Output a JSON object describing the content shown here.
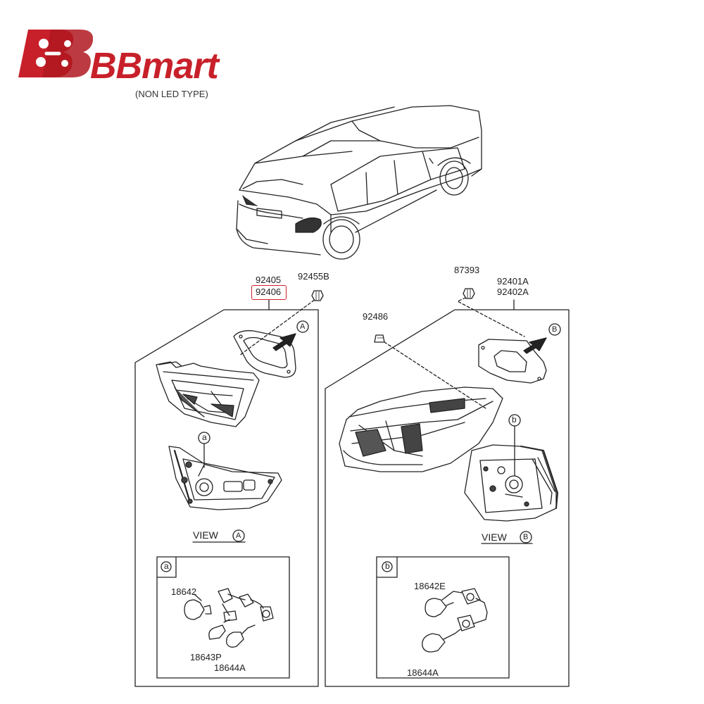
{
  "brand": {
    "name": "BBmart",
    "accent_color": "#c8202a"
  },
  "subtitle": "(NON LED TYPE)",
  "parts": {
    "p92405": "92405",
    "p92406": "92406",
    "p92455B": "92455B",
    "p87393": "87393",
    "p92401A": "92401A",
    "p92402A": "92402A",
    "p92486": "92486",
    "p18642": "18642",
    "p18643P": "18643P",
    "p18644A_a": "18644A",
    "p18642E": "18642E",
    "p18644A_b": "18644A"
  },
  "views": {
    "view_a_text": "VIEW",
    "view_a_letter": "A",
    "view_b_text": "VIEW",
    "view_b_letter": "B"
  },
  "callouts": {
    "arrow_a": "A",
    "arrow_b": "B",
    "detail_a": "a",
    "detail_b": "b",
    "box_a": "a",
    "box_b": "b"
  },
  "highlight_color": "#d0202a"
}
